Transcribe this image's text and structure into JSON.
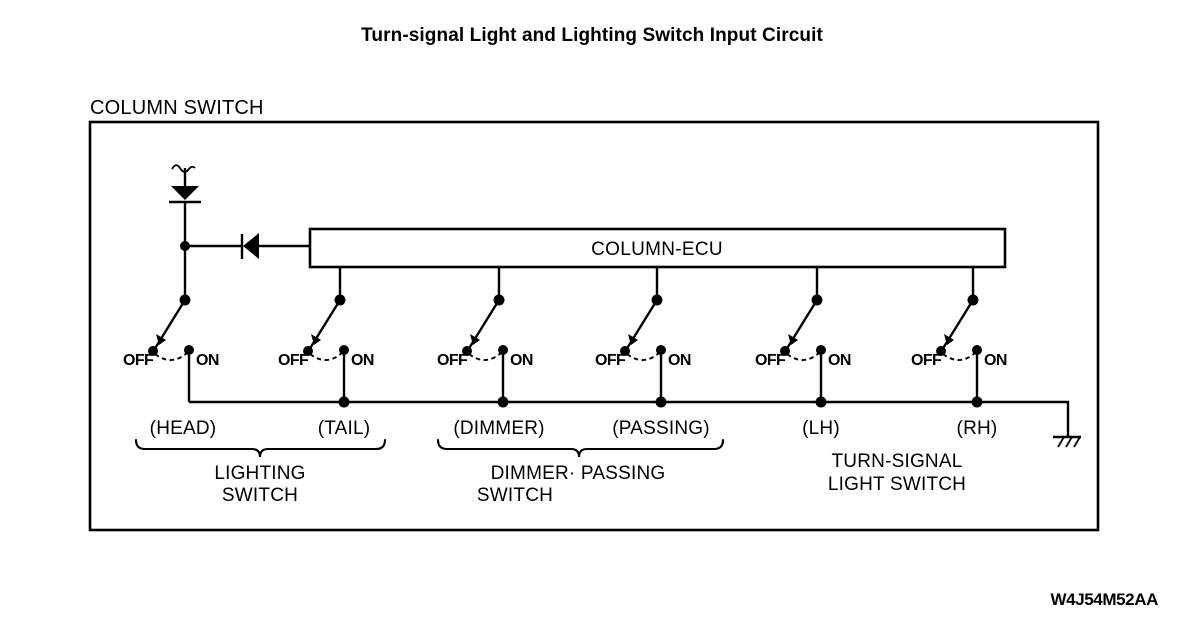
{
  "page": {
    "title": "Turn-signal Light and Lighting Switch Input Circuit",
    "figure_code": "W4J54M52AA",
    "background_color": "#ffffff",
    "line_color": "#000000"
  },
  "enclosure": {
    "label": "COLUMN SWITCH"
  },
  "ecu": {
    "label": "COLUMN-ECU"
  },
  "switch_labels": {
    "off": "OFF",
    "on": "ON"
  },
  "switches": [
    {
      "terminal": "(HEAD)",
      "off": "OFF",
      "on": "ON",
      "state": "OFF"
    },
    {
      "terminal": "(TAIL)",
      "off": "OFF",
      "on": "ON",
      "state": "OFF"
    },
    {
      "terminal": "(DIMMER)",
      "off": "OFF",
      "on": "ON",
      "state": "OFF"
    },
    {
      "terminal": "(PASSING)",
      "off": "OFF",
      "on": "ON",
      "state": "OFF"
    },
    {
      "terminal": "(LH)",
      "off": "OFF",
      "on": "ON",
      "state": "OFF"
    },
    {
      "terminal": "(RH)",
      "off": "OFF",
      "on": "ON",
      "state": "OFF"
    }
  ],
  "groups": [
    {
      "line1": "LIGHTING",
      "line2": "SWITCH",
      "braced": true
    },
    {
      "line1": "DIMMER· PASSING",
      "line2": "SWITCH",
      "braced": true
    },
    {
      "line1": "TURN-SIGNAL",
      "line2": "LIGHT SWITCH",
      "braced": false
    }
  ],
  "symbols": {
    "diode_vertical": "diode-symbol",
    "diode_horizontal": "diode-symbol",
    "ground": "ground-symbol",
    "wire_break": "wire-break-squiggle"
  }
}
